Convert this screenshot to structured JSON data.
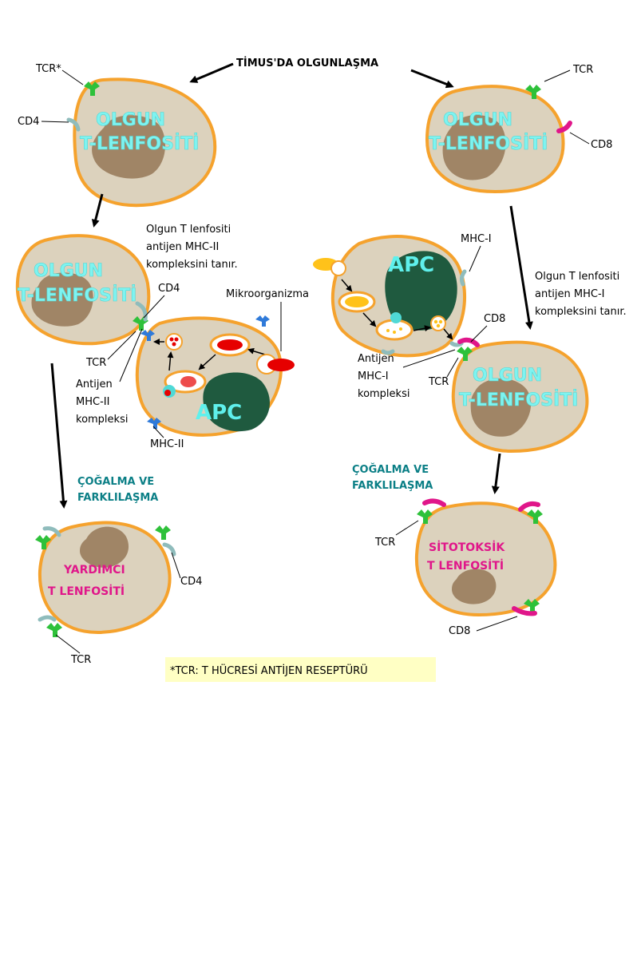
{
  "title": "TİMUS'DA OLGUNLAŞMA",
  "labels": {
    "tcr_star": "TCR*",
    "tcr": "TCR",
    "cd4": "CD4",
    "cd8": "CD8",
    "mhc1": "MHC-I",
    "mhc2": "MHC-II",
    "mikro": "Mikroorganizma",
    "apc": "APC"
  },
  "cells": {
    "olgun_l1": "OLGUN",
    "olgun_l2": "T-LENFOSİTİ",
    "yardimci_l1": "YARDIMCI",
    "yardimci_l2": "T LENFOSİTİ",
    "sitotoksik_l1": "SİTOTOKSİK",
    "sitotoksik_l2": "T LENFOSİTİ"
  },
  "left_desc": [
    "Olgun T lenfositi",
    "antijen MHC-II",
    "kompleksini tanır."
  ],
  "right_desc": [
    "Olgun T lenfositi",
    "antijen MHC-I",
    "kompleksini tanır."
  ],
  "antijen2": [
    "Antijen",
    "MHC-II",
    "kompleksi"
  ],
  "antijen1": [
    "Antijen",
    "MHC-I",
    "kompleksi"
  ],
  "cogalma": [
    "ÇOĞALMA VE",
    "FARKLILAŞMA"
  ],
  "footnote": "*TCR: T HÜCRESİ ANTİJEN RESEPTÜRÜ"
}
